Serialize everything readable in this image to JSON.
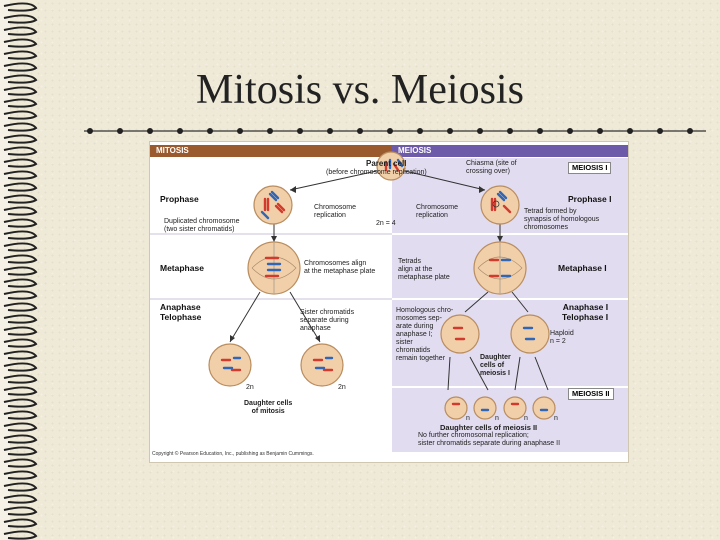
{
  "slide": {
    "title": "Mitosis vs. Meiosis"
  },
  "figure": {
    "headers": {
      "mitosis": "MITOSIS",
      "meiosis": "MEIOSIS"
    },
    "parent_cell": "Parent cell",
    "parent_cell_note": "(before chromosome replication)",
    "chiasma": "Chiasma (site of\ncrossing over)",
    "meiosis_one_tag": "MEIOSIS I",
    "meiosis_two_tag": "MEIOSIS II",
    "stages": {
      "prophase": "Prophase",
      "prophase_one": "Prophase I",
      "metaphase": "Metaphase",
      "metaphase_one": "Metaphase I",
      "anaphase_telophase": "Anaphase\nTelophase",
      "anaphase_telophase_one": "Anaphase I\nTelophase I"
    },
    "labels": {
      "duplicated_chromosome": "Duplicated chromosome\n(two sister chromatids)",
      "replication_left": "Chromosome\nreplication",
      "replication_right": "Chromosome\nreplication",
      "two_n_four": "2n = 4",
      "tetrad": "Tetrad formed by\nsynapsis of homologous\nchromosomes",
      "chromosomes_align": "Chromosomes align\nat the metaphase plate",
      "tetrads_align": "Tetrads\nalign at the\nmetaphase plate",
      "sister_chromatids": "Sister chromatids\nseparate during\nanaphase",
      "homologous": "Homologous chro-\nmosomes sep-\narate during\nanaphase I;\nsister\nchromatids\nremain together",
      "haploid": "Haploid\nn = 2",
      "daughter_meiosis_i": "Daughter\ncells of\nmeiosis I",
      "two_n_left": "2n",
      "two_n_right": "2n",
      "daughter_mitosis": "Daughter cells\nof mitosis",
      "n1": "n",
      "n2": "n",
      "n3": "n",
      "n4": "n",
      "daughter_meiosis_ii": "Daughter cells of meiosis II",
      "no_further": "No further chromosomal replication;\nsister chromatids separate during anaphase II"
    },
    "copyright": "Copyright © Pearson Education, Inc., publishing as Benjamin Cummings."
  },
  "colors": {
    "mitosis_header": "#9a5a2e",
    "meiosis_header": "#6d5aa8",
    "meiosis_panel": "#e2dcf0",
    "cell": "#f1cfa9",
    "chrom_red": "#d23a2e",
    "chrom_blue": "#2f66b8"
  }
}
